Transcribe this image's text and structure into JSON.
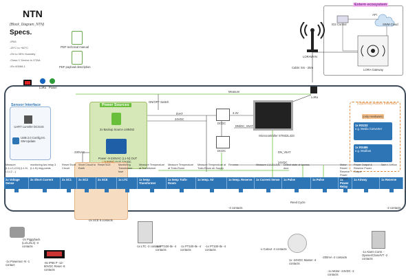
{
  "header": {
    "title": "NTN",
    "subtitle": "(Block_Diagram_NTN)",
    "specs_heading": "Specs.",
    "specs": [
      "-IP65",
      "-25°C to +60°C",
      "-0% to 95% Humidity",
      "-Class C Device in OTAA",
      "-IEx 60068-1"
    ],
    "docs": [
      "PDF technical manual",
      "PDF payload description"
    ]
  },
  "extern": {
    "title": "Extern ecosystem",
    "api": "API",
    "iot_control": "IO2 Control",
    "cloud": "SWM-Cloud",
    "gateway": "LORA Gateway"
  },
  "top": {
    "lorawan": "LORAWAN",
    "cable": "Cable: 5m - 25m",
    "lora": "LoRa",
    "lamp_labels": [
      "LoRa",
      "Power"
    ],
    "onoff": "ON/OFF Switch",
    "measure": "Measure",
    "v_labels": [
      "5VAT",
      "24VDC",
      "3.3V",
      "DN_V5AT",
      "DN/DC_V5AT",
      "24VDC"
    ],
    "dcdc": "DCDC",
    "micro": "Microcontroller STM32L433"
  },
  "power": {
    "title": "Power Sources",
    "backup": "2x Backup Source LM8452",
    "power": "Power -9-230VAC (L1-N) OUT 3.3VDC OUT 24VDC",
    "ac": "230VAC"
  },
  "sensor": {
    "title": "Sensor Interface",
    "uart": "UART Lumsfer DCSUS",
    "usb": "USB 2.0 Config.Int. SW-Update"
  },
  "addon": {
    "title": "(Optional) Addon Interface",
    "hardware": "(only Hardware)",
    "items": [
      {
        "name": "1x RS232",
        "desc": "e.g. Media Converter"
      },
      {
        "name": "1x RS485",
        "desc": "e.g. Modbus"
      }
    ]
  },
  "optional_label": "(Optional)",
  "modules": [
    {
      "label": "2x Voltage Sense",
      "top": "Measure (L1,L2,L3,N) (L1-N, L1-L2 ...)"
    },
    {
      "label": "3x Short Current",
      "top": "monitoring two relay 3 (L1-N) ring-points"
    },
    {
      "label": "2x SC1",
      "top": "Reset Short Circuit"
    },
    {
      "label": "2x SC2",
      "top": "Short Circuit to Earth"
    },
    {
      "label": "2x SCE",
      "top": "Reset SCE"
    },
    {
      "label": "1x LTC",
      "top": "Monitoring Transformer fuse"
    },
    {
      "label": "1x temp Transformer",
      "top": "Measure Temperature at Transformer"
    },
    {
      "label": "1x temp Trafo-Room",
      "top": "Measure Temperature at Trafo-Room"
    },
    {
      "label": "1x temp. Air",
      "top": "Measure Temperature at Trafo-Room air Supply"
    },
    {
      "label": "1x temp. Reserve",
      "top": "Reserve"
    },
    {
      "label": "1x Current Sense",
      "top": "Measure L1,L2,L3,N"
    },
    {
      "label": "1x Pulse",
      "top": "Detect state of access-door"
    },
    {
      "label": "1x Pulse",
      "top": ""
    },
    {
      "label": "1x Power Relay",
      "top": "Motor Reset / Reserve Power Output"
    },
    {
      "label": "1x Airway",
      "top": "Power Output & Reserve Power Output"
    },
    {
      "label": "1x Reserve",
      "top": "Select Airflow"
    }
  ],
  "bottom": {
    "items": [
      "-1x Powerout -N -1 contact",
      "-2x Piggyback (L1/L2/L3) -3 contacts",
      "-8x IP66 P -12-80VDC Reset -8 contacts",
      "-2x SCE 6 contacts",
      "-1x LTC -2 contacts",
      "-1x PT100-Ile -4 contacts",
      "-1x PT100-Ile -4 contacts",
      "-1x PT100-Ile -4 contacts",
      "-4 contacts",
      "-x Cutout -4 contacts",
      "1x -24VDC Master -4 contacts",
      "-200mA -2 contacts",
      "-1x Motor -24VDC -2 contacts",
      "-1x Alarm Contr. -Opener/Close/VT -2 contacts",
      "-2 contacts"
    ],
    "reed": "Reed Cycle"
  },
  "colors": {
    "bar": "#2e75b6",
    "green": "#6abf3a",
    "frame": "#3d4a57",
    "orange": "#e08a3c"
  }
}
